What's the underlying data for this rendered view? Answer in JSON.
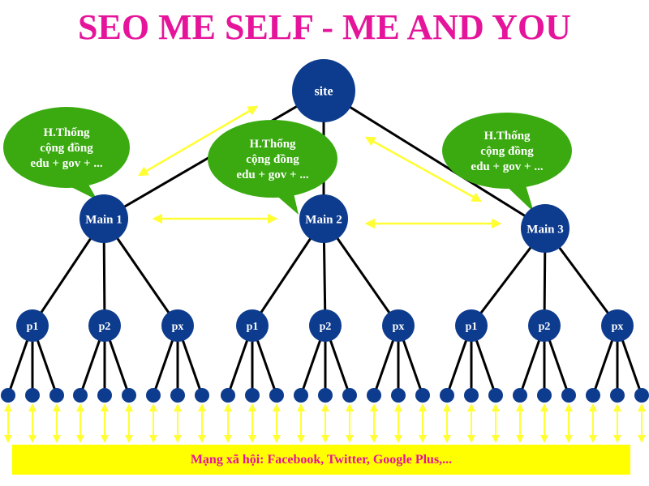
{
  "title": "SEO ME SELF - ME AND YOU",
  "colors": {
    "title": "#e5149a",
    "node_fill": "#0d3b8e",
    "bubble_fill": "#3aaa10",
    "arrow": "#ffff33",
    "footer_bg": "#ffff00",
    "footer_text": "#e5149a"
  },
  "root": {
    "label": "site"
  },
  "mains": [
    {
      "label": "Main 1",
      "children": [
        "p1",
        "p2",
        "px"
      ]
    },
    {
      "label": "Main 2",
      "children": [
        "p1",
        "p2",
        "px"
      ]
    },
    {
      "label": "Main 3",
      "children": [
        "p1",
        "p2",
        "px"
      ]
    }
  ],
  "bubbles": [
    {
      "lines": [
        "H.Thống",
        "cộng đồng",
        "edu + gov + ..."
      ]
    },
    {
      "lines": [
        "H.Thống",
        "cộng đồng",
        "edu + gov + ..."
      ]
    },
    {
      "lines": [
        "H.Thống",
        "cộng đồng",
        "edu + gov + ..."
      ]
    }
  ],
  "footer": {
    "text": "Mạng xã hội: Facebook, Twitter, Google Plus,..."
  }
}
